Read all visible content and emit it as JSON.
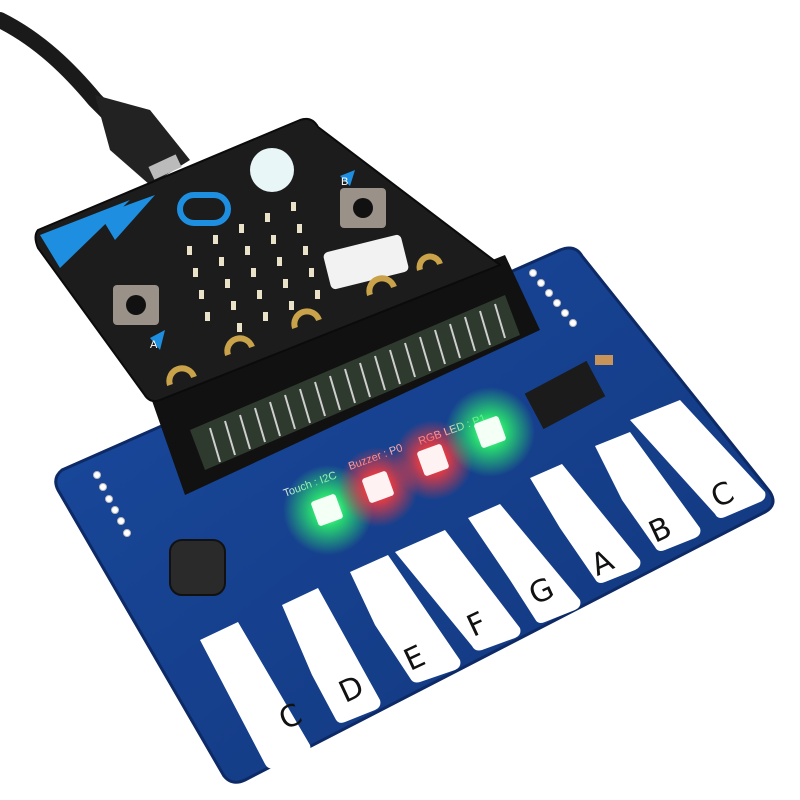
{
  "scene": {
    "description": "BBC micro:bit inserted into a blue piano expansion board with touch keys, connected by a black micro-USB cable",
    "background_color": "#ffffff"
  },
  "microbit": {
    "board_color": "#1c1c1c",
    "accent_color": "#1e8fe0",
    "button_a_label": "A",
    "button_b_label": "B",
    "led_matrix": {
      "rows": 5,
      "cols": 5
    }
  },
  "piano_board": {
    "pcb_color": "#173f8f",
    "silkscreen": {
      "touch_label": "Touch : I2C",
      "buzzer_label": "Buzzer : P0",
      "rgb_label": "RGB LED : P1"
    },
    "leds": [
      {
        "name": "led-1",
        "color": "#2cff6a"
      },
      {
        "name": "led-2",
        "color": "#ff3a3a"
      },
      {
        "name": "led-3",
        "color": "#ff3a3a"
      },
      {
        "name": "led-4",
        "color": "#2cff6a"
      }
    ],
    "white_keys": [
      "C",
      "D",
      "E",
      "F",
      "G",
      "A",
      "B",
      "C"
    ]
  }
}
